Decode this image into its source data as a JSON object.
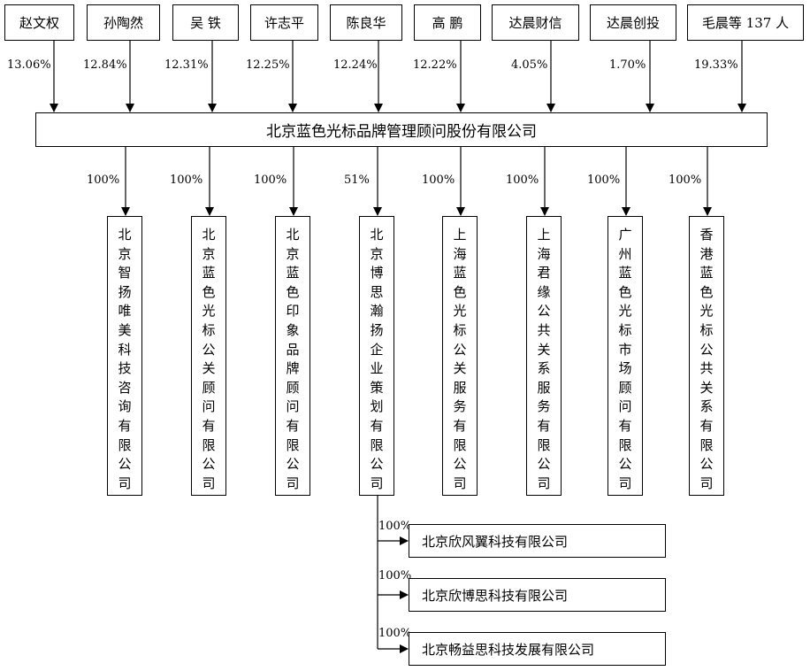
{
  "shareholders": [
    {
      "name": "赵文权",
      "pct": "13.06%"
    },
    {
      "name": "孙陶然",
      "pct": "12.84%"
    },
    {
      "name": "吴 铁",
      "pct": "12.31%"
    },
    {
      "name": "许志平",
      "pct": "12.25%"
    },
    {
      "name": "陈良华",
      "pct": "12.24%"
    },
    {
      "name": "高 鹏",
      "pct": "12.22%"
    },
    {
      "name": "达晨财信",
      "pct": "4.05%"
    },
    {
      "name": "达晨创投",
      "pct": "1.70%"
    },
    {
      "name": "毛晨等 137 人",
      "pct": "19.33%"
    }
  ],
  "company": "北京蓝色光标品牌管理顾问股份有限公司",
  "subsidiaries": [
    {
      "name": "北京智扬唯美科技咨询有限公司",
      "pct": "100%"
    },
    {
      "name": "北京蓝色光标公关顾问有限公司",
      "pct": "100%"
    },
    {
      "name": "北京蓝色印象品牌顾问有限公司",
      "pct": "100%"
    },
    {
      "name": "北京博思瀚扬企业策划有限公司",
      "pct": "51%"
    },
    {
      "name": "上海蓝色光标公关服务有限公司",
      "pct": "100%"
    },
    {
      "name": "上海君缘公共关系服务有限公司",
      "pct": "100%"
    },
    {
      "name": "广州蓝色光标市场顾问有限公司",
      "pct": "100%"
    },
    {
      "name": "香港蓝色光标公共关系有限公司",
      "pct": "100%"
    }
  ],
  "grand_subsidiaries": [
    {
      "name": "北京欣风翼科技有限公司",
      "pct": "100%"
    },
    {
      "name": "北京欣博思科技有限公司",
      "pct": "100%"
    },
    {
      "name": "北京畅益思科技发展有限公司",
      "pct": "100%"
    }
  ]
}
